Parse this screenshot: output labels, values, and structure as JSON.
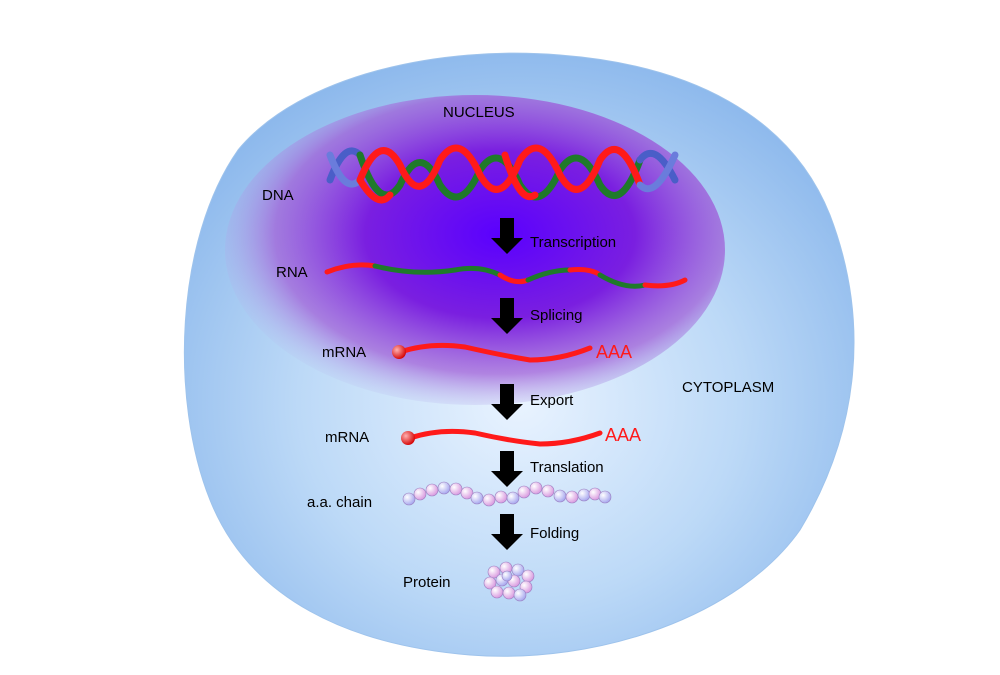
{
  "labels": {
    "nucleus": "NUCLEUS",
    "cytoplasm": "CYTOPLASM",
    "dna": "DNA",
    "rna": "RNA",
    "mrna_nucleus": "mRNA",
    "mrna_cytoplasm": "mRNA",
    "aa_chain": "a.a. chain",
    "protein": "Protein",
    "poly_a_nucleus": "AAA",
    "poly_a_cytoplasm": "AAA"
  },
  "steps": {
    "transcription": "Transcription",
    "splicing": "Splicing",
    "export": "Export",
    "translation": "Translation",
    "folding": "Folding"
  },
  "colors": {
    "cell": "#9cc6f0",
    "nucleus": "#6a10e8",
    "exon": "#ff1a1a",
    "intron": "#1f7a2a",
    "dna_end": "#4a5ec8",
    "arrow": "#000000",
    "amino_acid_pink": "#e6a8e8",
    "amino_acid_blue": "#b8b8f2"
  }
}
